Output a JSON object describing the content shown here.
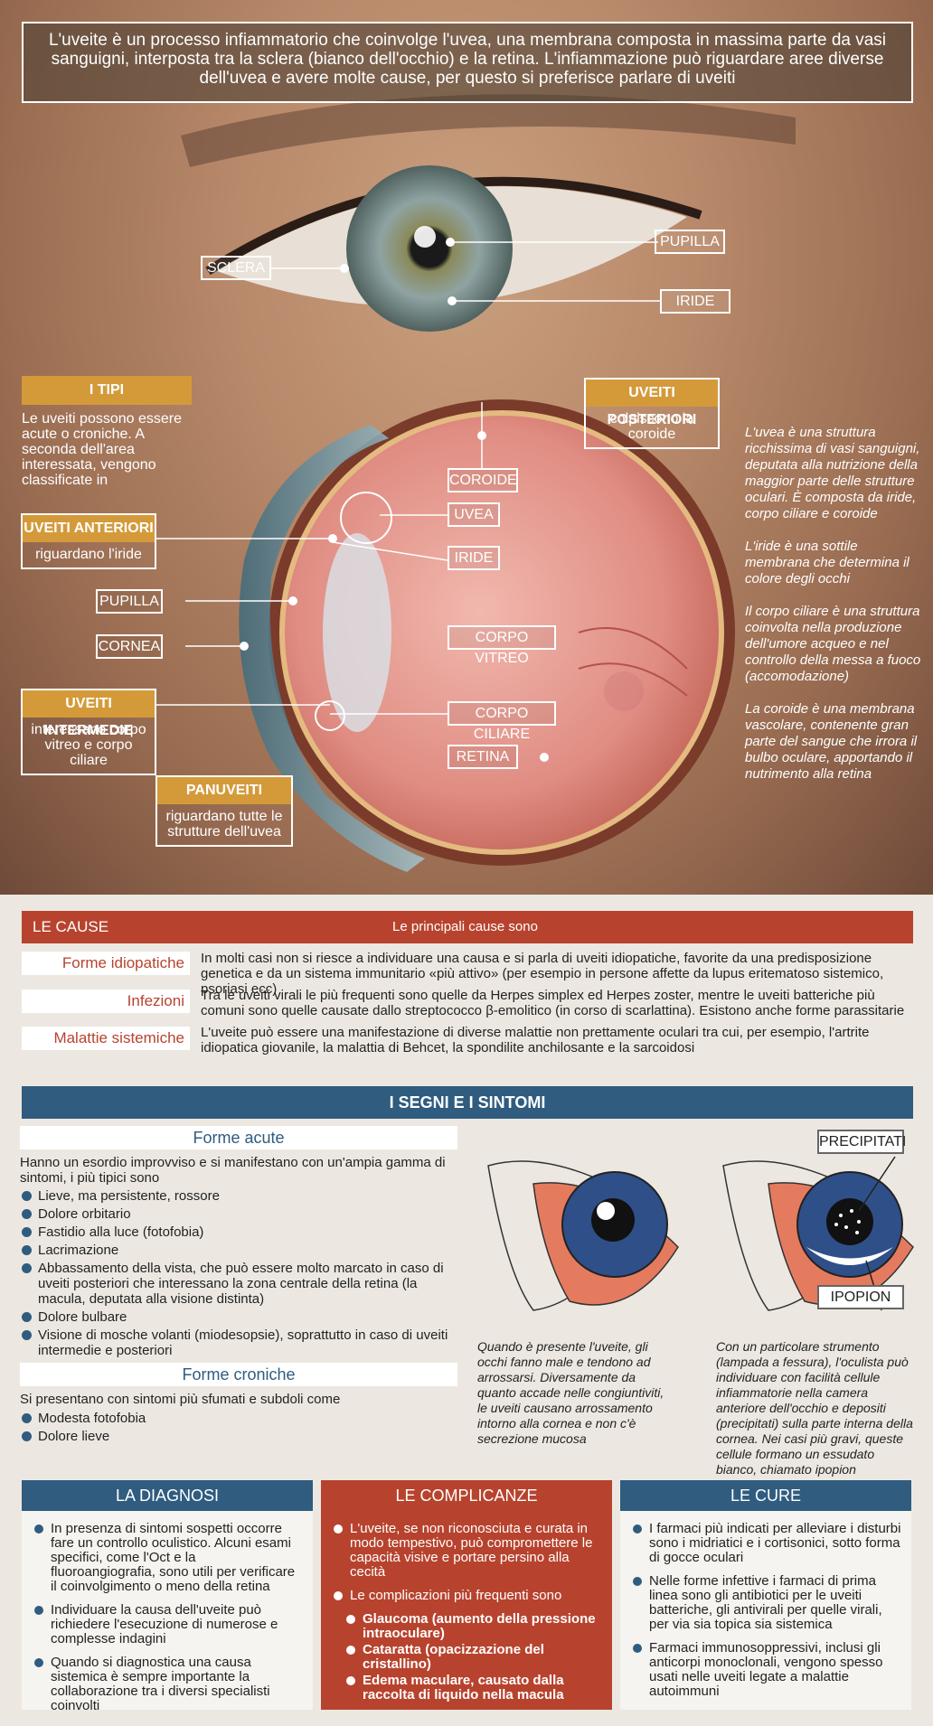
{
  "intro": {
    "text": "L'uveite è un processo infiammatorio che coinvolge l'uvea, una membrana composta in massima parte da vasi sanguigni, interposta tra la sclera (bianco dell'occhio) e la retina. L'infiammazione può riguardare aree diverse dell'uvea e avere molte cause, per questo si preferisce parlare di uveiti"
  },
  "eye_labels": {
    "pupilla": "PUPILLA",
    "sclera": "SCLERA",
    "iride": "IRIDE"
  },
  "tipi": {
    "title": "I TIPI",
    "text": "Le uveiti possono essere acute o croniche. A seconda dell'area interessata, vengono classificate in"
  },
  "types": {
    "anteriori": {
      "title": "UVEITI ANTERIORI",
      "desc": "riguardano l'iride"
    },
    "intermedie": {
      "title": "UVEITI INTERMEDIE",
      "desc": "interessano corpo vitreo e corpo ciliare"
    },
    "panuveiti": {
      "title": "PANUVEITI",
      "desc": "riguardano tutte le strutture dell'uvea"
    },
    "posteriori": {
      "title": "UVEITI POSTERIORI",
      "desc": "colpiscono la coroide"
    }
  },
  "diagram_labels": {
    "coroide": "COROIDE",
    "uvea": "UVEA",
    "iride": "IRIDE",
    "pupilla": "PUPILLA",
    "cornea": "CORNEA",
    "corpo_vitreo": "CORPO VITREO",
    "corpo_ciliare": "CORPO CILIARE",
    "retina": "RETINA"
  },
  "side_notes": [
    "L'uvea è una struttura ricchissima di vasi sanguigni, deputata alla nutrizione della maggior parte delle strutture oculari. È composta da iride, corpo ciliare e coroide",
    "L'iride è una sottile membrana che determina il colore degli occhi",
    "Il corpo ciliare è una struttura coinvolta nella produzione dell'umore acqueo e nel controllo della messa a fuoco (accomodazione)",
    "La coroide è una membrana vascolare, contenente gran parte del sangue che irrora il bulbo oculare, apportando il nutrimento alla retina"
  ],
  "cause": {
    "title": "LE CAUSE",
    "subtitle": "Le principali cause sono",
    "items": [
      {
        "label": "Forme idiopatiche",
        "text": "In molti casi non si riesce a individuare una causa e si parla di uveiti idiopatiche, favorite da una predisposizione genetica e da un sistema immunitario «più attivo» (per esempio in persone affette da lupus eritematoso sistemico, psoriasi ecc)"
      },
      {
        "label": "Infezioni",
        "text": "Tra le uveiti virali le più frequenti sono quelle da Herpes simplex ed Herpes zoster, mentre le uveiti batteriche più comuni sono quelle causate dallo streptococco β-emolitico (in corso di scarlattina). Esistono anche forme parassitarie"
      },
      {
        "label": "Malattie sistemiche",
        "text": "L'uveite può essere una manifestazione di diverse malattie non prettamente oculari tra cui, per esempio, l'artrite idiopatica giovanile, la malattia di Behcet, la spondilite anchilosante e la sarcoidosi"
      }
    ]
  },
  "segni": {
    "title": "I SEGNI E I SINTOMI",
    "acute_title": "Forme acute",
    "acute_intro": "Hanno un esordio improvviso e si manifestano con un'ampia gamma di sintomi, i più tipici sono",
    "acute_items": [
      "Lieve, ma persistente, rossore",
      "Dolore orbitario",
      "Fastidio alla luce (fotofobia)",
      "Lacrimazione",
      "Abbassamento della vista, che può essere molto marcato in caso di uveiti posteriori che interessano la zona centrale della retina (la macula, deputata alla visione distinta)",
      "Dolore bulbare",
      "Visione di mosche volanti (miodesopsie), soprattutto in caso di uveiti intermedie e posteriori"
    ],
    "chronic_title": "Forme croniche",
    "chronic_intro": "Si presentano con sintomi più sfumati e subdoli come",
    "chronic_items": [
      "Modesta fotofobia",
      "Dolore lieve"
    ],
    "precipitati": "PRECIPITATI",
    "ipopion": "IPOPION",
    "caption_left": "Quando è presente l'uveite, gli occhi fanno male e tendono ad arrossarsi. Diversamente da quanto accade nelle congiuntiviti, le uveiti causano arrossamento intorno alla cornea e non c'è secrezione mucosa",
    "caption_right": "Con un particolare strumento (lampada a fessura), l'oculista può individuare con facilità cellule infiammatorie nella camera anteriore dell'occhio e depositi (precipitati) sulla parte interna della cornea. Nei casi più gravi, queste cellule formano un essudato bianco, chiamato ipopion"
  },
  "diagnosi": {
    "title": "LA DIAGNOSI",
    "items": [
      "In presenza di sintomi sospetti occorre fare un controllo oculistico. Alcuni esami specifici, come l'Oct e la fluoroangiografia, sono utili per verificare il coinvolgimento o meno della retina",
      "Individuare la causa dell'uveite può richiedere l'esecuzione di numerose e complesse indagini",
      "Quando si diagnostica una causa sistemica è sempre importante la collaborazione tra i diversi specialisti coinvolti"
    ]
  },
  "complicanze": {
    "title": "LE COMPLICANZE",
    "items": [
      "L'uveite, se non riconosciuta e curata in modo tempestivo, può compromettere le capacità visive e portare persino alla cecità",
      "Le complicazioni più frequenti sono"
    ],
    "sub_items": [
      "Glaucoma (aumento della pressione intraoculare)",
      "Cataratta (opacizzazione del cristallino)",
      "Edema maculare, causato dalla raccolta di liquido nella macula"
    ]
  },
  "cure": {
    "title": "LE CURE",
    "items": [
      "I farmaci più indicati per alleviare i disturbi sono i midriatici e i cortisonici, sotto forma di gocce oculari",
      "Nelle forme infettive i farmaci di prima linea sono gli antibiotici per le uveiti batteriche, gli antivirali per quelle virali, per via sia topica sia sistemica",
      "Farmaci immunosoppressivi, inclusi gli anticorpi monoclonali, vengono spesso usati nelle uveiti legate a malattie autoimmuni"
    ]
  },
  "colors": {
    "accent_red": "#b7432e",
    "accent_blue": "#2f5c7f",
    "accent_gold": "#d49a3a"
  }
}
